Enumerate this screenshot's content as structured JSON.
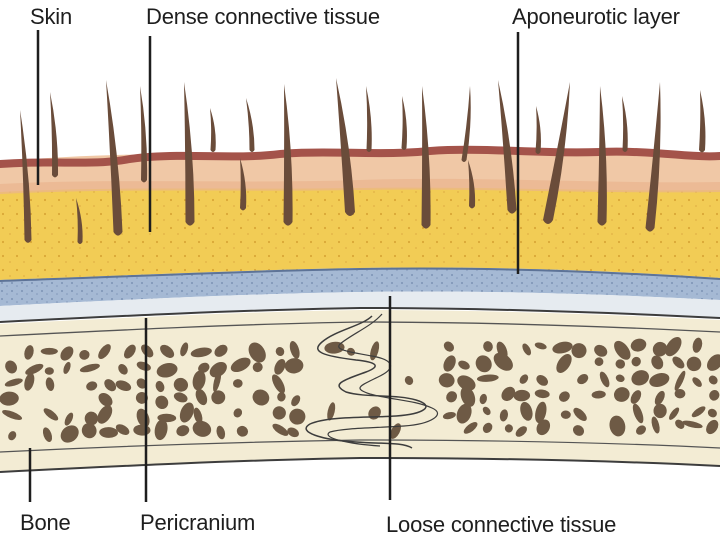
{
  "labels": {
    "skin": "Skin",
    "dense_connective_tissue": "Dense connective tissue",
    "aponeurotic_layer": "Aponeurotic layer",
    "bone": "Bone",
    "pericranium": "Pericranium",
    "loose_connective_tissue": "Loose connective tissue"
  },
  "colors": {
    "epidermis": "#a4534a",
    "dermis": "#f0c8a6",
    "dense_tissue": "#f2cc55",
    "aponeurosis": "#a5b9d4",
    "loose_tissue": "#e6ebf0",
    "bone": "#f3ecd4",
    "trabeculae": "#6e5a45",
    "hair": "#6a4c3a",
    "leader_line": "#1e1e1e"
  }
}
